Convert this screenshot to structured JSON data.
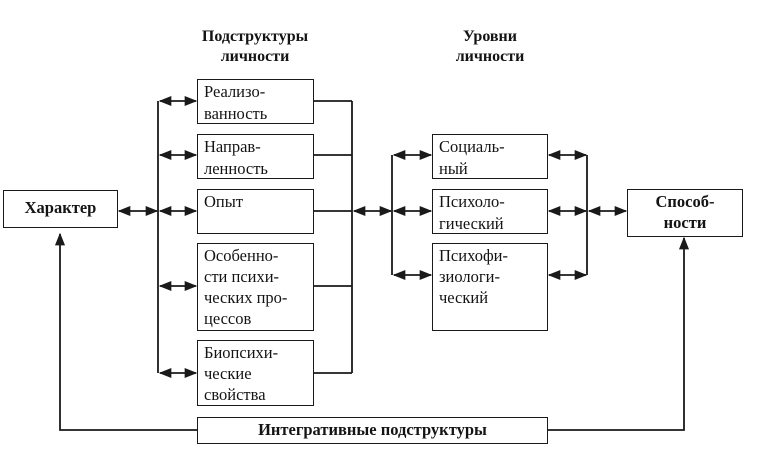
{
  "headings": {
    "substructures": [
      "Подструктуры",
      "личности"
    ],
    "levels": [
      "Уровни",
      "личности"
    ]
  },
  "character": "Характер",
  "abilities": [
    "Способ-",
    "ности"
  ],
  "substructures": [
    [
      "Реализо-",
      "ванность"
    ],
    [
      "Направ-",
      "ленность"
    ],
    [
      "Опыт"
    ],
    [
      "Особенно-",
      "сти психи-",
      "ческих про-",
      "цессов"
    ],
    [
      "Биопсихи-",
      "ческие",
      "свойства"
    ]
  ],
  "levels": [
    [
      "Социаль-",
      "ный"
    ],
    [
      "Психоло-",
      "гический"
    ],
    [
      "Психофи-",
      "зиологи-",
      "ческий"
    ]
  ],
  "integrative": "Интегративные подструктуры",
  "colors": {
    "line": "#1a1a1a",
    "background": "#ffffff"
  }
}
